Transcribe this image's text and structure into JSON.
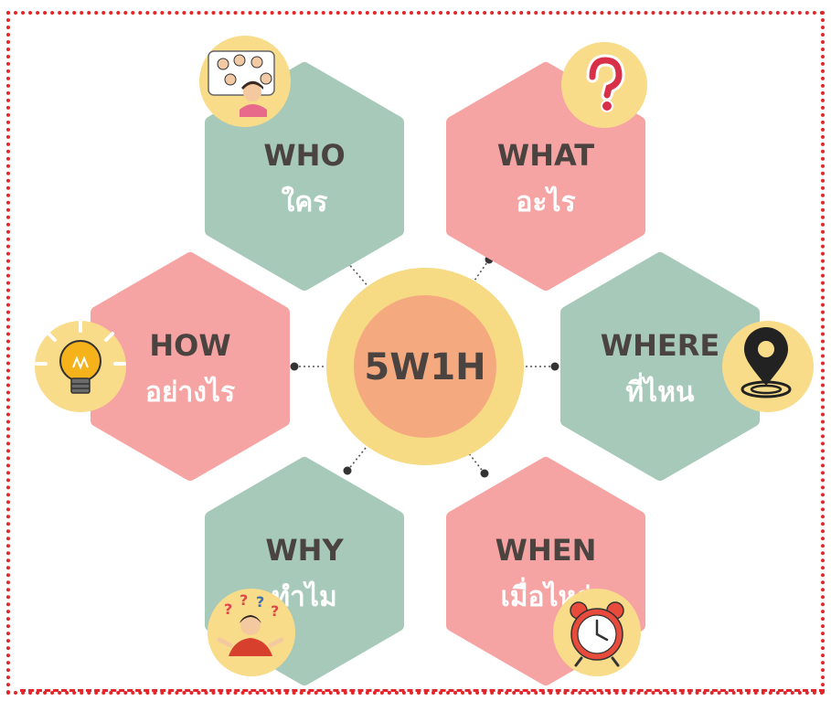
{
  "center": {
    "label": "5W1H",
    "outer_color": "#f6da84",
    "inner_color": "#f5a97f",
    "text_color": "#4a4340"
  },
  "colors": {
    "pink": "#f5a3a3",
    "green": "#a6c9ba",
    "badge": "#f8dc8a",
    "title_text": "#4a4340",
    "sub_text": "#ffffff",
    "connector": "#555555",
    "frame": "#e3262b"
  },
  "items": [
    {
      "key": "who",
      "title": "WHO",
      "subtitle": "ใคร",
      "color": "green",
      "icon": "crowd-icon"
    },
    {
      "key": "what",
      "title": "WHAT",
      "subtitle": "อะไร",
      "color": "pink",
      "icon": "question-mark-icon"
    },
    {
      "key": "how",
      "title": "HOW",
      "subtitle": "อย่างไร",
      "color": "pink",
      "icon": "lightbulb-icon"
    },
    {
      "key": "where",
      "title": "WHERE",
      "subtitle": "ที่ไหน",
      "color": "green",
      "icon": "map-pin-icon"
    },
    {
      "key": "why",
      "title": "WHY",
      "subtitle": "ทำไม",
      "color": "green",
      "icon": "confused-person-icon"
    },
    {
      "key": "when",
      "title": "WHEN",
      "subtitle": "เมื่อไหร่",
      "color": "pink",
      "icon": "alarm-clock-icon"
    }
  ]
}
